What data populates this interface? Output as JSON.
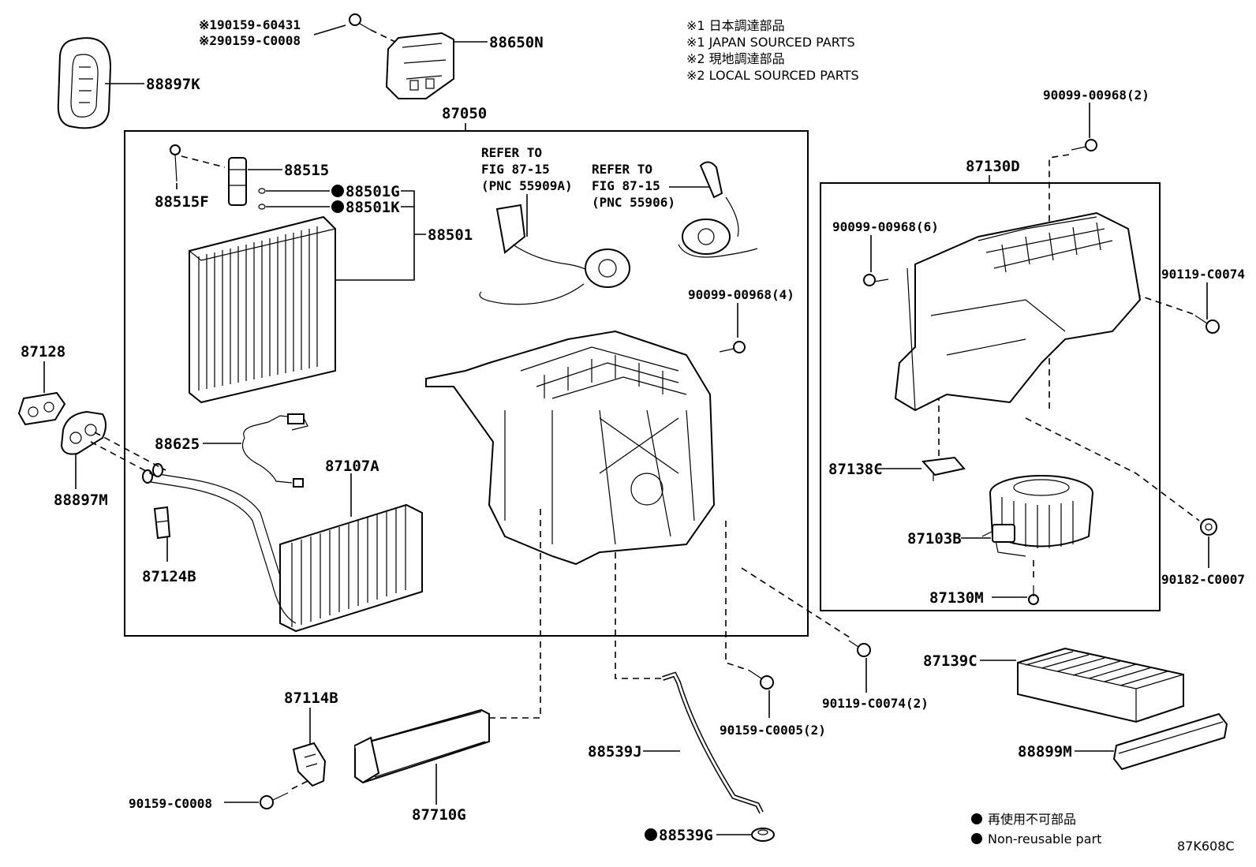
{
  "notes": {
    "n1_jp": "※1 日本調達部品",
    "n1_en": "※1 JAPAN SOURCED PARTS",
    "n2_jp": "※2 現地調達部品",
    "n2_en": "※2 LOCAL SOURCED PARTS"
  },
  "legend": {
    "jp": "再使用不可部品",
    "en": "Non-reusable part"
  },
  "figure_code": "87K608C",
  "parts": {
    "p_19015960431": "※190159-60431",
    "p_29015900008": "※290159-C0008",
    "p_88650N": "88650N",
    "p_88897K": "88897K",
    "p_87050": "87050",
    "p_88515": "88515",
    "p_88515F": "88515F",
    "p_88501G": "88501G",
    "p_88501K": "88501K",
    "p_88501": "88501",
    "p_refer1_a": "REFER TO",
    "p_refer1_b": "FIG 87-15",
    "p_refer1_c": "(PNC 55909A)",
    "p_refer2_a": "REFER TO",
    "p_refer2_b": "FIG 87-15",
    "p_refer2_c": "(PNC 55906)",
    "p_9009900968_4": "90099-00968(4)",
    "p_9009900968_2": "90099-00968(2)",
    "p_87130D": "87130D",
    "p_9009900968_6": "90099-00968(6)",
    "p_90119C0074": "90119-C0074",
    "p_87128": "87128",
    "p_88897M": "88897M",
    "p_88625": "88625",
    "p_87107A": "87107A",
    "p_87124B": "87124B",
    "p_87138C": "87138C",
    "p_87103B": "87103B",
    "p_90182C0007": "90182-C0007",
    "p_87130M": "87130M",
    "p_90119C0074_2": "90119-C0074(2)",
    "p_87139C": "87139C",
    "p_88899M": "88899M",
    "p_87114B": "87114B",
    "p_90159C0008": "90159-C0008",
    "p_87710G": "87710G",
    "p_88539J": "88539J",
    "p_90159C0005_2": "90159-C0005(2)",
    "p_88539G": "88539G"
  }
}
